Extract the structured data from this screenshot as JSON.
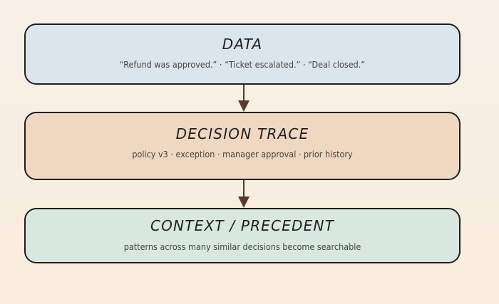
{
  "diagram": {
    "nodes": [
      {
        "title": "DATA",
        "subtitle": "“Refund was approved.” · “Ticket escalated.” · “Deal closed.”",
        "fill": "#dbe5ee"
      },
      {
        "title": "DECISION TRACE",
        "subtitle": "policy v3 · exception · manager approval · prior history",
        "fill": "#f0d7c1"
      },
      {
        "title": "CONTEXT / PRECEDENT",
        "subtitle": "patterns across many similar decisions become searchable",
        "fill": "#d8e7df"
      }
    ],
    "edges": [
      {
        "from": 0,
        "to": 1
      },
      {
        "from": 1,
        "to": 2
      }
    ],
    "colors": {
      "arrow": "#5a3b29",
      "border": "#1f1f1f"
    }
  }
}
